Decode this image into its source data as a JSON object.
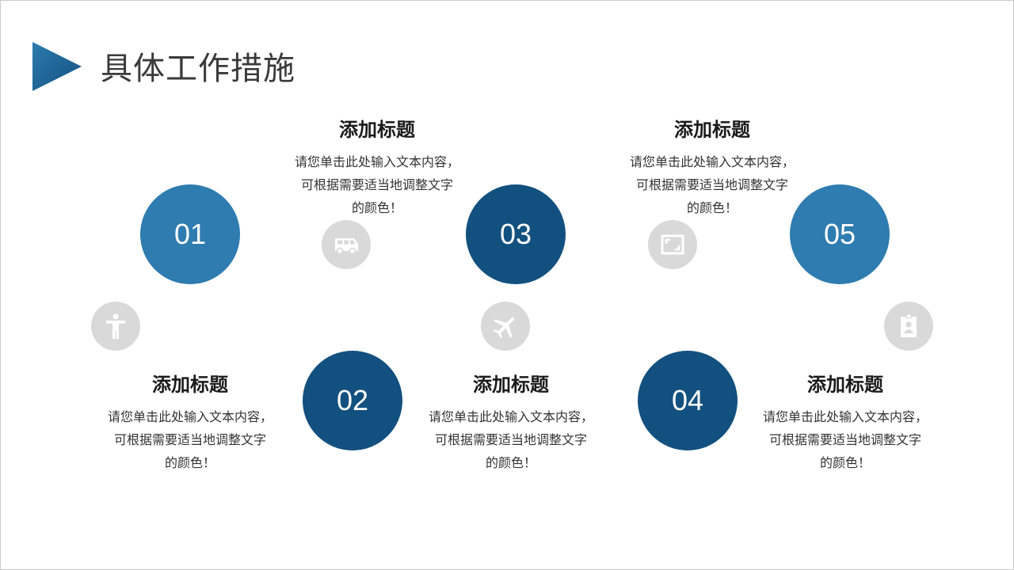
{
  "page": {
    "title": "具体工作措施"
  },
  "colors": {
    "accent_light": "#2e7cb0",
    "accent_dark": "#12507f",
    "icon_bg": "#d9d9d9",
    "icon_fg": "#ffffff"
  },
  "steps": [
    {
      "number": "01",
      "title": "添加标题",
      "lines": [
        "请您单击此处输入文本内容，",
        "可根据需要适当地调整文字",
        "的颜色！"
      ],
      "icon": "accessibility-icon"
    },
    {
      "number": "02",
      "title": "添加标题",
      "lines": [
        "请您单击此处输入文本内容，",
        "可根据需要适当地调整文字",
        "的颜色！"
      ],
      "icon": "van-icon"
    },
    {
      "number": "03",
      "title": "添加标题",
      "lines": [
        "请您单击此处输入文本内容，",
        "可根据需要适当地调整文字",
        "的颜色！"
      ],
      "icon": "airplane-icon"
    },
    {
      "number": "04",
      "title": "添加标题",
      "lines": [
        "请您单击此处输入文本内容，",
        "可根据需要适当地调整文字",
        "的颜色！"
      ],
      "icon": "picture-frame-icon"
    },
    {
      "number": "05",
      "title": "添加标题",
      "lines": [
        "请您单击此处输入文本内容，",
        "可根据需要适当地调整文字",
        "的颜色！"
      ],
      "icon": "id-badge-icon"
    }
  ]
}
